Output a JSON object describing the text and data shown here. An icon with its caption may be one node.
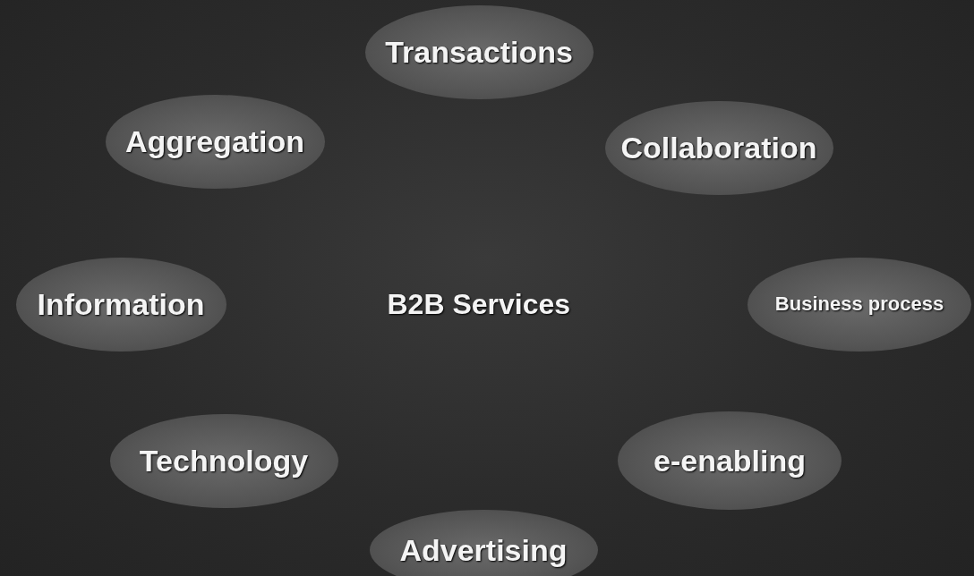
{
  "diagram": {
    "nodes": [
      {
        "text": [
          "Transactions"
        ]
      },
      {
        "text": [
          "Aggregation"
        ]
      },
      {
        "text": [
          "Collaboration"
        ]
      },
      {
        "text": [
          "Information"
        ]
      },
      {
        "text": [
          "Business process"
        ]
      },
      {
        "text": [
          "Technology"
        ]
      },
      {
        "text": [
          "e-enabling"
        ]
      },
      {
        "text": [
          "Advertising"
        ]
      }
    ],
    "edges": [],
    "labels": [
      "B2B Services"
    ]
  }
}
